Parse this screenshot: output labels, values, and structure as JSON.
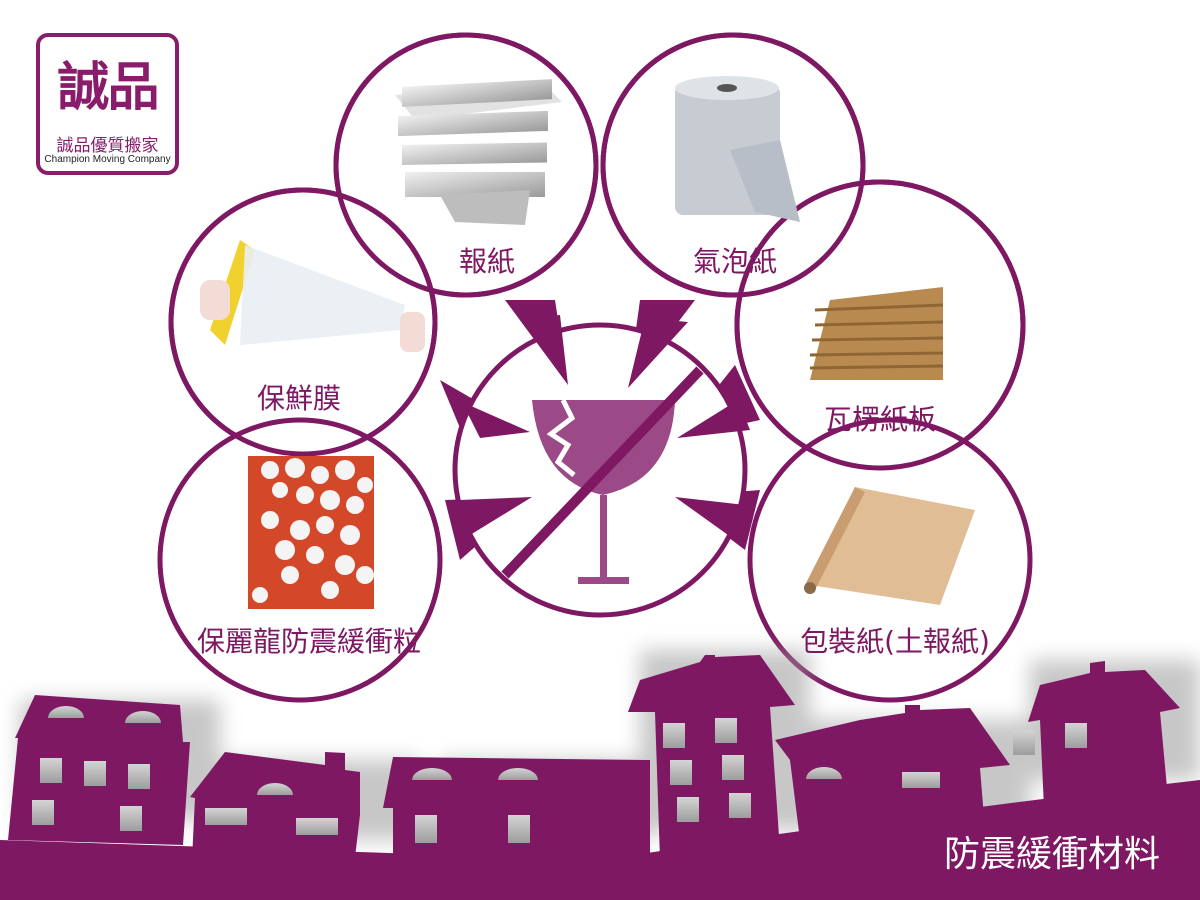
{
  "logo": {
    "mark": "誠品",
    "name_zh": "誠品優質搬家",
    "name_en": "Champion Moving Company"
  },
  "center": {
    "icon": "fragile-glass-prohibited-icon"
  },
  "materials": [
    {
      "label": "報紙",
      "icon": "newspaper-stack-image"
    },
    {
      "label": "氣泡紙",
      "icon": "bubble-wrap-roll-image"
    },
    {
      "label": "保鮮膜",
      "icon": "stretch-film-image"
    },
    {
      "label": "瓦楞紙板",
      "icon": "corrugated-cardboard-image"
    },
    {
      "label": "保麗龍防震緩衝粒",
      "icon": "styrofoam-beads-image"
    },
    {
      "label": "包裝紙(土報紙)",
      "icon": "kraft-paper-roll-image"
    }
  ],
  "footer": {
    "title": "防震緩衝材料"
  },
  "colors": {
    "brand_purple": "#7f1863",
    "glass_purple": "#9b4a87",
    "window_gray": "#b5b5b5",
    "background": "#ffffff"
  }
}
